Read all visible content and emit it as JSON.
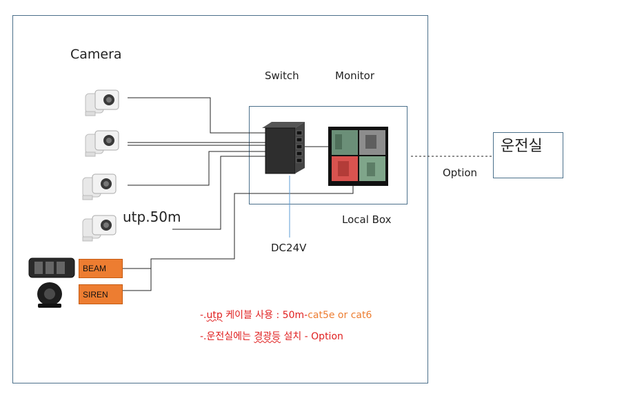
{
  "labels": {
    "camera": "Camera",
    "switch": "Switch",
    "monitor": "Monitor",
    "local_box": "Local Box",
    "dc24v": "DC24V",
    "utp": "utp.50m",
    "option": "Option",
    "control_room": "운전실"
  },
  "tags": {
    "beam": "BEAM",
    "siren": "SIREN"
  },
  "notes": {
    "line1_prefix": "-.",
    "line1_utp": "utp",
    "line1_mid": " 케이블 사용 : 50m-",
    "line1_cat": "cat5e or cat6",
    "line2_prefix": "-.운전실에는 ",
    "line2_squig": "경광등",
    "line2_suffix": " 설치 - Option"
  },
  "colors": {
    "frame": "#4a6f8a",
    "tag_fill": "#ed7d31",
    "note_red": "#e02020",
    "note_orange": "#ed7d31",
    "dc_line": "#5b9bd5"
  }
}
